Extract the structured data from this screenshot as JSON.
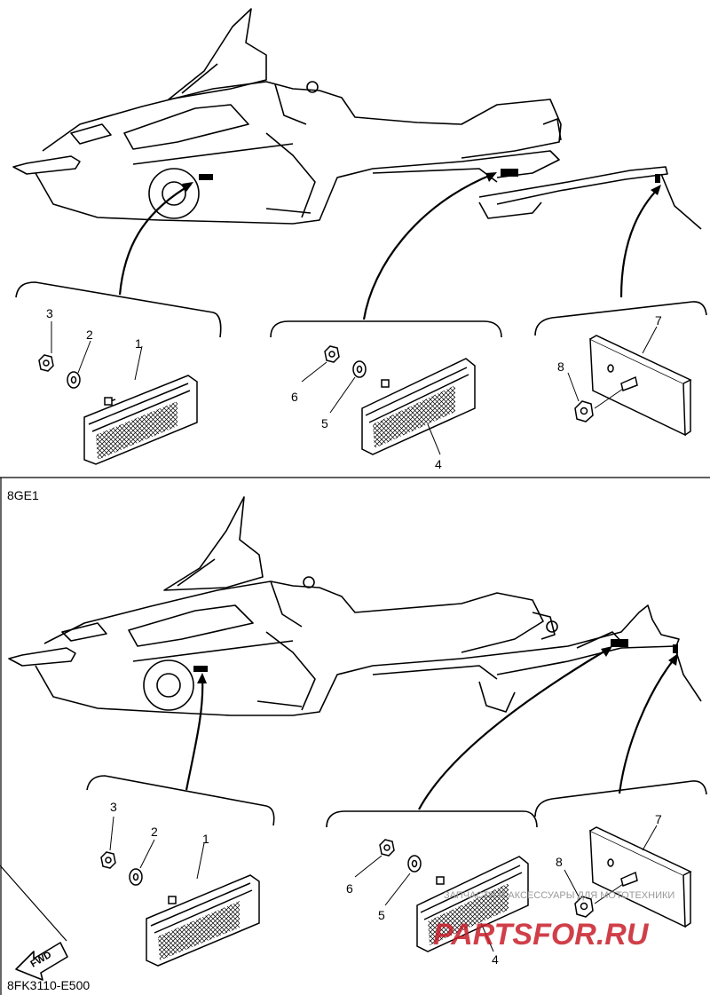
{
  "top_diagram": {
    "callouts": [
      "1",
      "2",
      "3",
      "4",
      "5",
      "6",
      "7",
      "8"
    ]
  },
  "bottom_diagram": {
    "model_code": "8GE1",
    "callouts": [
      "1",
      "2",
      "3",
      "4",
      "5",
      "6",
      "7",
      "8"
    ],
    "fwd_label": "FWD"
  },
  "figure_code": "8FK3110-E500",
  "watermark": {
    "tagline": "ЗАПЧАСТИ И АКСЕССУАРЫ ДЛЯ МОТОТЕХНИКИ",
    "brand": "PARTSFOR.RU"
  },
  "colors": {
    "line": "#000000",
    "background": "#ffffff",
    "watermark_red": "#c81e2a",
    "watermark_gray": "#9a9a9a"
  }
}
